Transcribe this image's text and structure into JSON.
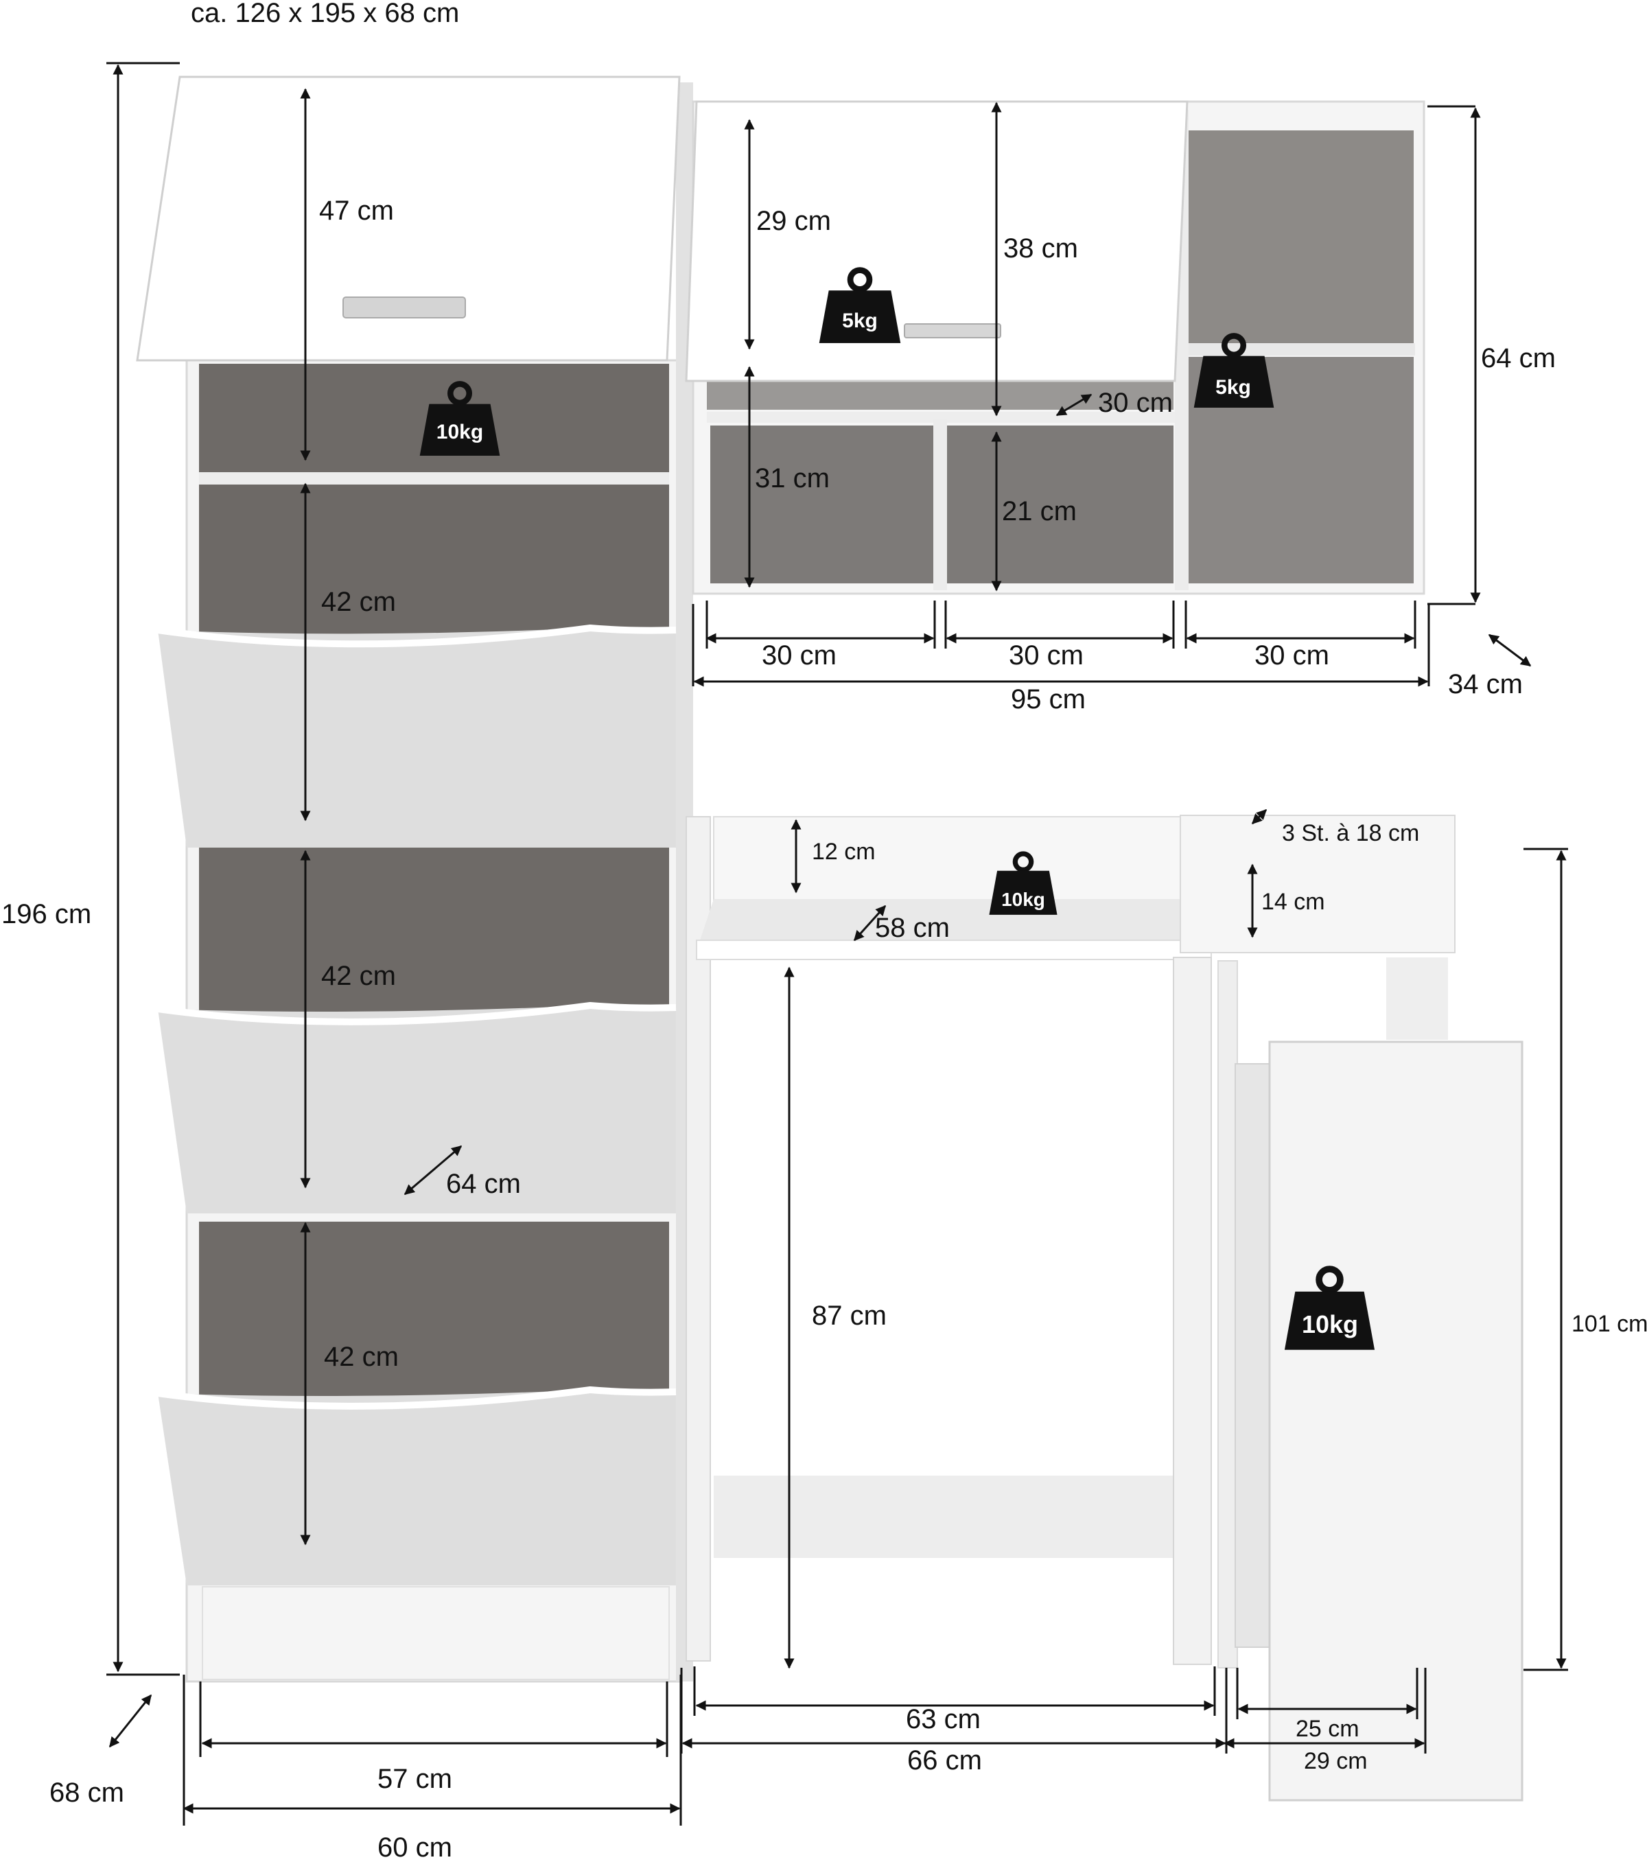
{
  "header": {
    "overall_size": "ca. 126 x 195 x 68 cm"
  },
  "left_unit": {
    "height": "196 cm",
    "depth": "68 cm",
    "inner_width": "57 cm",
    "outer_width": "60 cm",
    "top_compartment": "47 cm",
    "compartment_2": "42 cm",
    "compartment_3": "42 cm",
    "compartment_4": "42 cm",
    "inner_depth": "64 cm",
    "load": "10kg"
  },
  "wall_shelf": {
    "flap_height": "29 cm",
    "flap_total": "38 cm",
    "lower_height": "31 cm",
    "cubby_height": "21 cm",
    "shelf_depth": "30 cm",
    "cubby_widths": [
      "30 cm",
      "30 cm",
      "30 cm"
    ],
    "total_width": "95 cm",
    "height": "64 cm",
    "depth": "34 cm",
    "load_flap": "5kg",
    "load_side": "5kg"
  },
  "desk": {
    "upper_height": "12 cm",
    "shelf_depth": "58 cm",
    "leg_height": "87 cm",
    "inner_width": "63 cm",
    "outer_width": "66 cm",
    "load": "10kg",
    "tray_label": "3 St. à 18 cm",
    "tray_height": "14 cm"
  },
  "side_cabinet": {
    "height": "101 cm",
    "inner_width": "25 cm",
    "outer_width": "29 cm",
    "load": "10kg"
  }
}
